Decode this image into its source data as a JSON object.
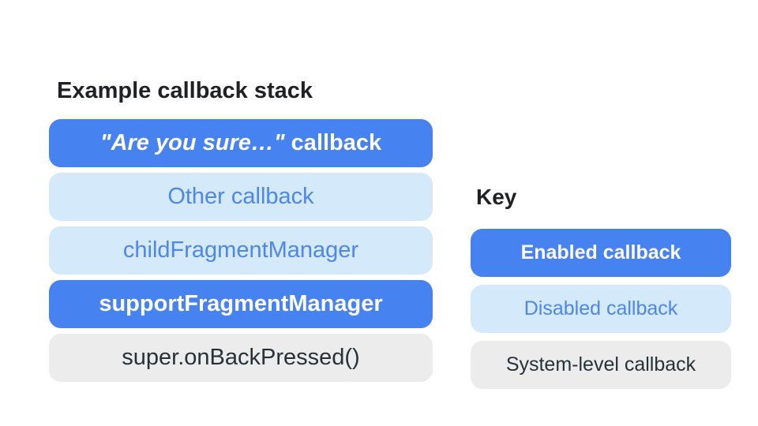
{
  "stack": {
    "title": "Example callback stack",
    "boxes": [
      {
        "text_italic": "\"Are you sure…\"",
        "text_rest": " callback",
        "state": "enabled"
      },
      {
        "text": "Other callback",
        "state": "disabled"
      },
      {
        "text": "childFragmentManager",
        "state": "disabled"
      },
      {
        "text": "supportFragmentManager",
        "state": "enabled"
      },
      {
        "text": "super.onBackPressed()",
        "state": "system"
      }
    ]
  },
  "key": {
    "title": "Key",
    "items": [
      {
        "text": "Enabled callback",
        "state": "enabled"
      },
      {
        "text": "Disabled callback",
        "state": "disabled"
      },
      {
        "text": "System-level callback",
        "state": "system"
      }
    ]
  },
  "colors": {
    "enabled_bg": "#4682F0",
    "enabled_text": "#FFFFFF",
    "disabled_bg": "#D4E9FA",
    "disabled_text": "#4D86EF",
    "system_bg": "#ECECEC",
    "system_text": "#263238",
    "heading_text": "#202124",
    "page_bg": "#FFFFFF"
  }
}
